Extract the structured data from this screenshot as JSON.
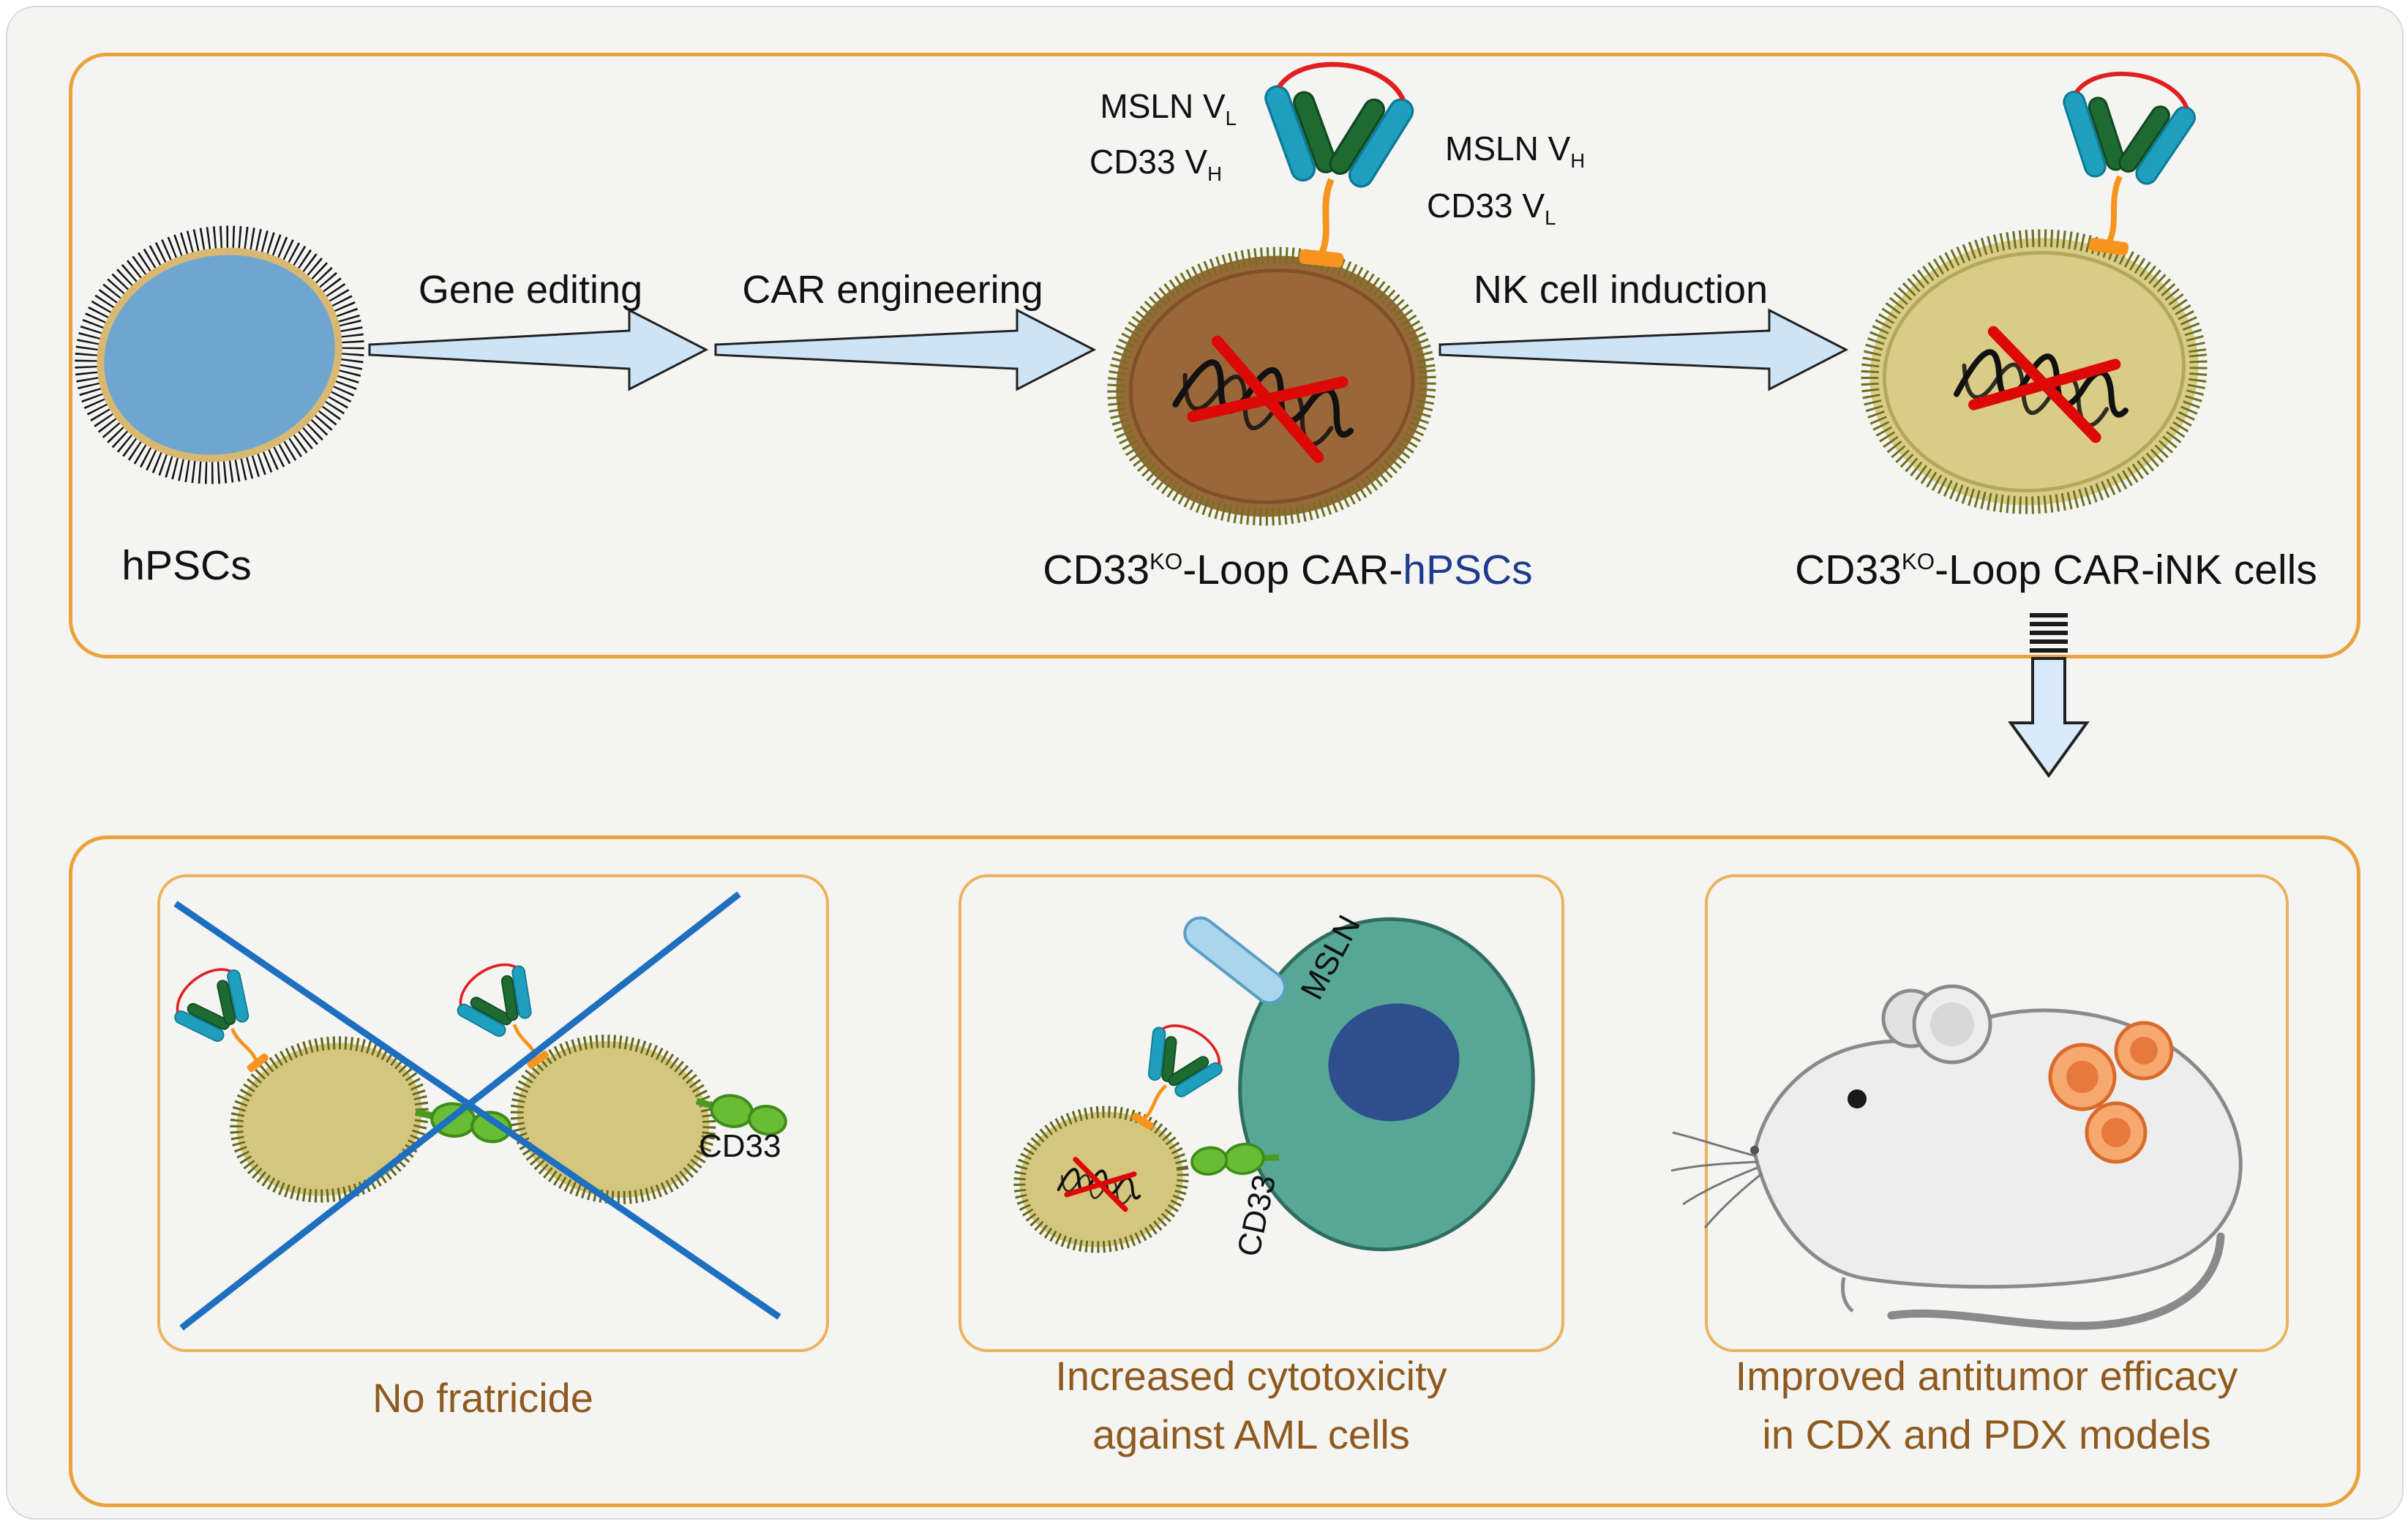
{
  "workflow": {
    "cells": {
      "hpsc_label": "hPSCs",
      "car_hpsc_label": {
        "base": "CD33",
        "sup": "KO",
        "mid": "-Loop CAR-",
        "highlight": "hPSCs"
      },
      "car_ink_label": {
        "base": "CD33",
        "sup": "KO",
        "mid": "-Loop CAR-iNK cells"
      }
    },
    "arrows": {
      "step1": "Gene editing",
      "step2": "CAR engineering",
      "step3": "NK cell induction"
    },
    "car_domains": {
      "msln_vl": {
        "text": "MSLN V",
        "sub": "L"
      },
      "cd33_vh": {
        "text": "CD33 V",
        "sub": "H"
      },
      "msln_vh": {
        "text": "MSLN V",
        "sub": "H"
      },
      "cd33_vl": {
        "text": "CD33 V",
        "sub": "L"
      }
    }
  },
  "outcomes": {
    "fratricide": {
      "caption": "No fratricide",
      "cd33_label": "CD33"
    },
    "cytotoxicity": {
      "caption_line1": "Increased cytotoxicity",
      "caption_line2": "against AML cells",
      "msln_label": "MSLN",
      "cd33_label": "CD33"
    },
    "antitumor": {
      "caption_line1": "Improved antitumor efficacy",
      "caption_line2": "in CDX and PDX models"
    }
  },
  "colors": {
    "panel_border": "#E8A33C",
    "caption_text": "#8F5A1E",
    "highlight_text": "#1F3B8C",
    "arrow_fill": "#CDE4F7",
    "hpsc_fill": "#6FA6CF",
    "car_hpsc_fill": "#9A6838",
    "ink_fill": "#DACC86",
    "aml_fill": "#57A796",
    "cd33_fill": "#69BD35",
    "cross_blue": "#1E6FC0"
  }
}
